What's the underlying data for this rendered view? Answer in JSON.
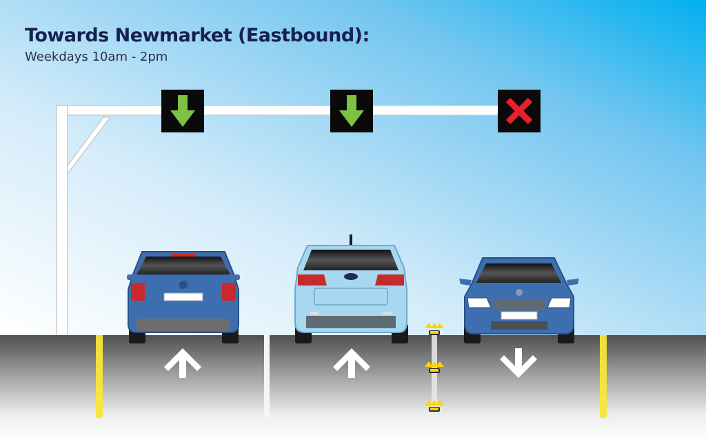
{
  "header": {
    "title": "Towards Newmarket (Eastbound):",
    "subtitle": "Weekdays 10am - 2pm"
  },
  "signals": [
    {
      "lane": 1,
      "type": "arrow-down",
      "color": "#7dc242"
    },
    {
      "lane": 2,
      "type": "arrow-down",
      "color": "#7dc242"
    },
    {
      "lane": 3,
      "type": "cross",
      "color": "#e8202e"
    }
  ],
  "lanes": [
    {
      "lane": 1,
      "road_arrow": "up"
    },
    {
      "lane": 2,
      "road_arrow": "up"
    },
    {
      "lane": 3,
      "road_arrow": "down"
    }
  ],
  "colors": {
    "sky_top": "#ffffff",
    "sky_bottom": "#00b0f0",
    "road": "#595959",
    "yellow_line": "#f7e63a",
    "cone": "#ffd400"
  }
}
